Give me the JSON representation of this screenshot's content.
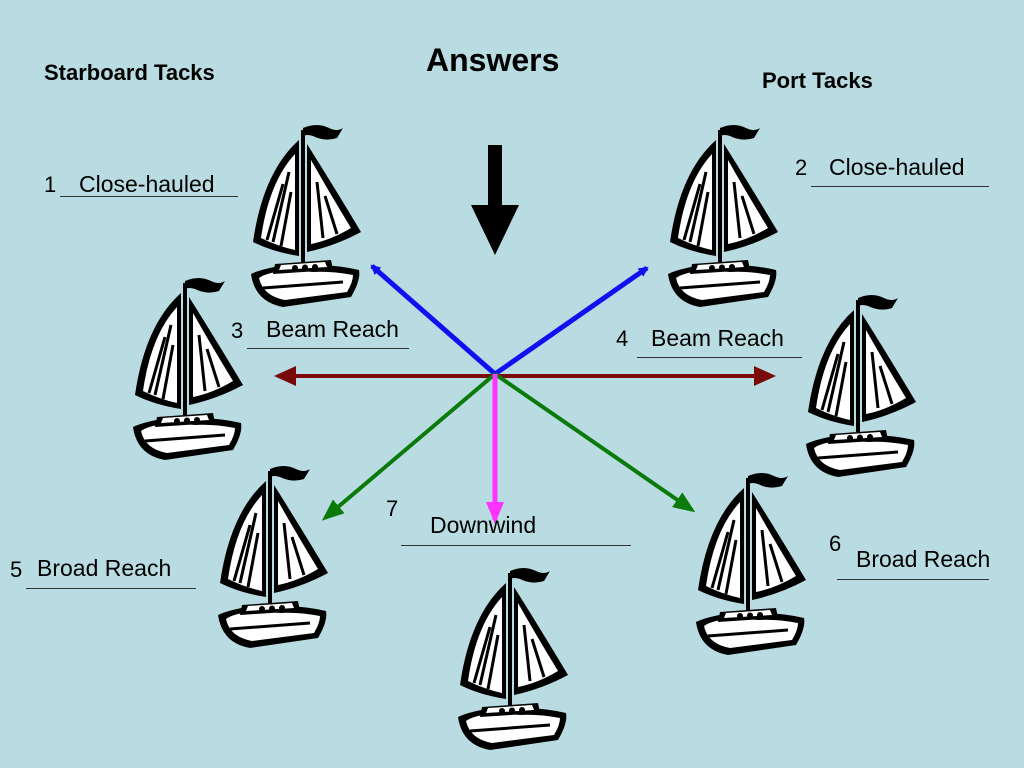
{
  "title": "Answers",
  "headings": {
    "starboard": "Starboard Tacks",
    "port": "Port Tacks"
  },
  "boats": [
    {
      "number": "1",
      "answer": "Close-hauled"
    },
    {
      "number": "2",
      "answer": "Close-hauled"
    },
    {
      "number": "3",
      "answer": "Beam Reach"
    },
    {
      "number": "4",
      "answer": "Beam Reach"
    },
    {
      "number": "5",
      "answer": "Broad Reach"
    },
    {
      "number": "6",
      "answer": "Broad Reach"
    },
    {
      "number": "7",
      "answer": "Downwind"
    }
  ],
  "icons": {
    "wind": "wind-direction-arrow-icon",
    "boat": "sailboat-icon"
  },
  "colors": {
    "background": "#b8dce1",
    "close_hauled_arrows": "#1010f0",
    "beam_reach_arrow": "#7a0a0a",
    "broad_reach_arrows": "#0a7a0a",
    "downwind_arrow": "#ff33ff"
  }
}
